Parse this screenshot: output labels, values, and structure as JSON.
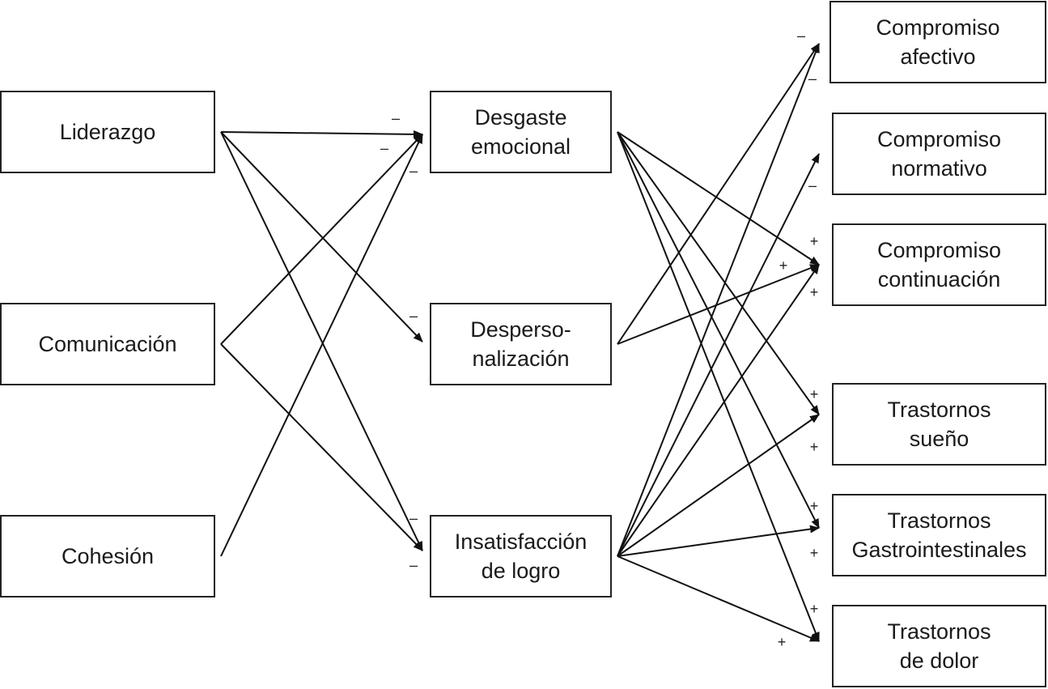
{
  "nodes": {
    "liderazgo": [
      "Liderazgo"
    ],
    "comunicacion": [
      "Comunicación"
    ],
    "cohesion": [
      "Cohesión"
    ],
    "desgaste": [
      "Desgaste",
      "emocional"
    ],
    "despersonalizacion": [
      "Desperso-",
      "nalización"
    ],
    "insatisfaccion": [
      "Insatisfacción",
      "de logro"
    ],
    "comp_afectivo": [
      "Compromiso",
      "afectivo"
    ],
    "comp_normativo": [
      "Compromiso",
      "normativo"
    ],
    "comp_continuacion": [
      "Compromiso",
      "continuación"
    ],
    "tras_sueno": [
      "Trastornos",
      "sueño"
    ],
    "tras_gastro": [
      "Trastornos",
      "Gastrointestinales"
    ],
    "tras_dolor": [
      "Trastornos",
      "de dolor"
    ]
  },
  "edges": [
    {
      "from": "liderazgo",
      "to": "desgaste"
    },
    {
      "from": "liderazgo",
      "to": "despersonalizacion"
    },
    {
      "from": "liderazgo",
      "to": "insatisfaccion"
    },
    {
      "from": "comunicacion",
      "to": "desgaste"
    },
    {
      "from": "comunicacion",
      "to": "insatisfaccion"
    },
    {
      "from": "cohesion",
      "to": "desgaste"
    },
    {
      "from": "desgaste",
      "to": "comp_continuacion"
    },
    {
      "from": "desgaste",
      "to": "tras_sueno"
    },
    {
      "from": "desgaste",
      "to": "tras_gastro"
    },
    {
      "from": "desgaste",
      "to": "tras_dolor"
    },
    {
      "from": "despersonalizacion",
      "to": "comp_afectivo"
    },
    {
      "from": "despersonalizacion",
      "to": "comp_continuacion"
    },
    {
      "from": "insatisfaccion",
      "to": "comp_afectivo"
    },
    {
      "from": "insatisfaccion",
      "to": "comp_normativo"
    },
    {
      "from": "insatisfaccion",
      "to": "comp_continuacion"
    },
    {
      "from": "insatisfaccion",
      "to": "tras_sueno"
    },
    {
      "from": "insatisfaccion",
      "to": "tras_gastro"
    },
    {
      "from": "insatisfaccion",
      "to": "tras_dolor"
    }
  ],
  "signs": {
    "desgaste_1": "–",
    "desgaste_2": "–",
    "desgaste_3": "–",
    "desper_1": "–",
    "insat_1": "–",
    "insat_2": "–",
    "afectivo_1": "–",
    "afectivo_2": "–",
    "normativo_1": "–",
    "continuacion_1": "+",
    "continuacion_2": "+",
    "continuacion_3": "+",
    "sueno_1": "+",
    "sueno_2": "+",
    "gastro_1": "+",
    "gastro_2": "+",
    "dolor_1": "+",
    "dolor_2": "+"
  }
}
